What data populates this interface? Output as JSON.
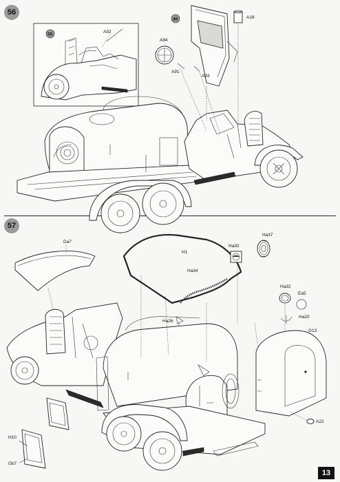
{
  "steps": [
    {
      "number": "56"
    },
    {
      "number": "57"
    }
  ],
  "sub_callouts": {
    "step56_inset": "55",
    "step56_door": "40"
  },
  "parts": {
    "step56": [
      "A92",
      "A18",
      "A84",
      "A91",
      "A93"
    ],
    "step57": [
      "Da7",
      "H1",
      "Ha30",
      "Ha37",
      "Ha34",
      "Ha32",
      "Ea5",
      "Ha26",
      "Ha20",
      "G13",
      "A22",
      "H10",
      "Gb7"
    ]
  },
  "page_number": "13"
}
